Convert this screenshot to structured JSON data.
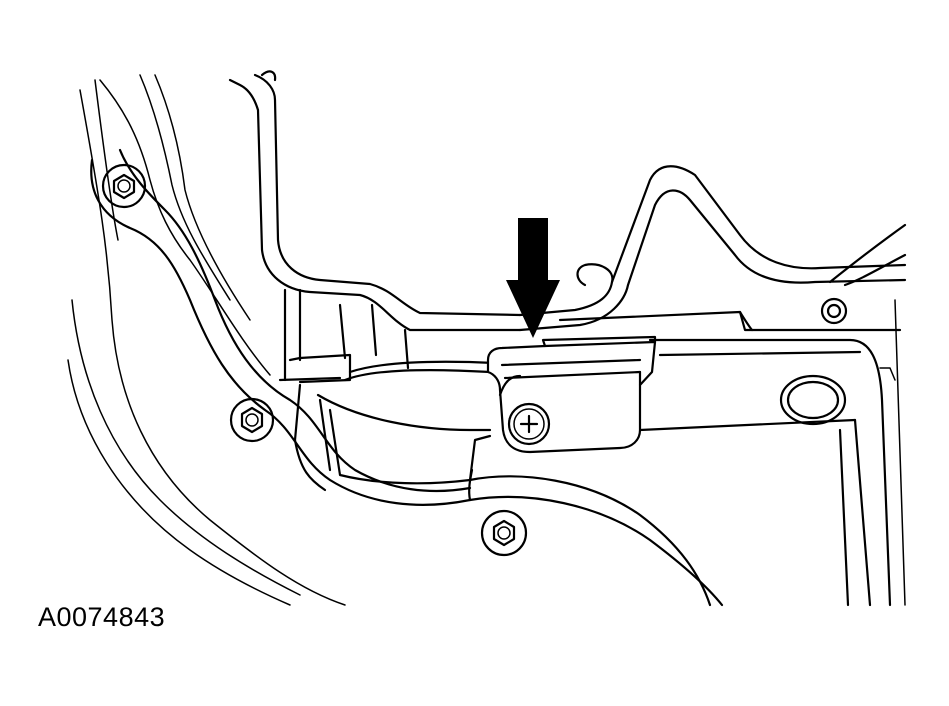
{
  "figure": {
    "id_label": "A0074843"
  },
  "colors": {
    "line": "#000000",
    "background": "#ffffff"
  },
  "parts": {
    "bolts": [
      "bolt-upper-left",
      "bolt-mid-left",
      "bolt-lower",
      "bracket-screw"
    ],
    "pointer": "arrow-down-icon"
  }
}
